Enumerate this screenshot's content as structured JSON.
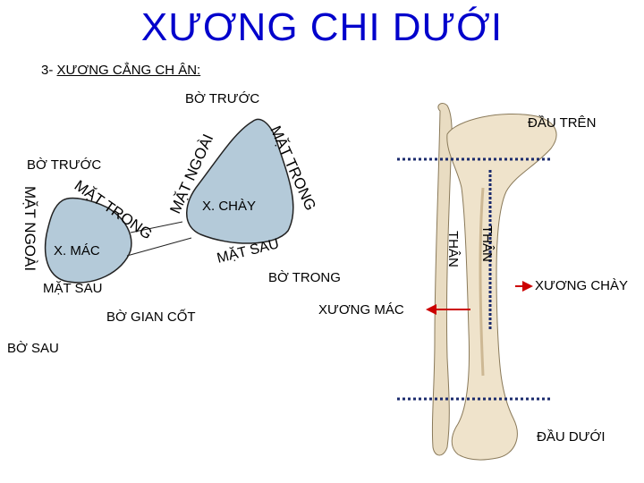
{
  "title": "XƯƠNG CHI DƯỚI",
  "subtitle": {
    "prefix": "3- ",
    "text": "XƯƠNG CẲNG CH ÂN:"
  },
  "colors": {
    "title": "#0000cc",
    "arrow": "#cc0000",
    "shape_fill": "#b4cad9",
    "dotted": "#1a2a6c"
  },
  "labels": {
    "bo_truoc_top": "BỜ TRƯỚC",
    "bo_truoc_left": "BỜ TRƯỚC",
    "mat_ngoai_left": "MẶT NGOÀI",
    "mat_trong_left": "MẶT TRONG",
    "x_mac": "X. MÁC",
    "mat_sau_left": "MẶT SAU",
    "bo_gian_cot": "BỜ GIAN CỐT",
    "bo_sau": "BỜ SAU",
    "mat_ngoai_right": "MẶT NGOÀI",
    "mat_trong_right": "MẶT TRONG",
    "x_chay": "X. CHÀY",
    "mat_sau_right": "MẶT SAU",
    "bo_trong": "BỜ TRONG",
    "dau_tren": "ĐẦU TRÊN",
    "than_1": "THÂN",
    "than_2": "THÂN",
    "xuong_mac": "XƯƠNG MÁC",
    "xuong_chay": "XƯƠNG CHÀY",
    "dau_duoi": "ĐẦU DƯỚI"
  }
}
